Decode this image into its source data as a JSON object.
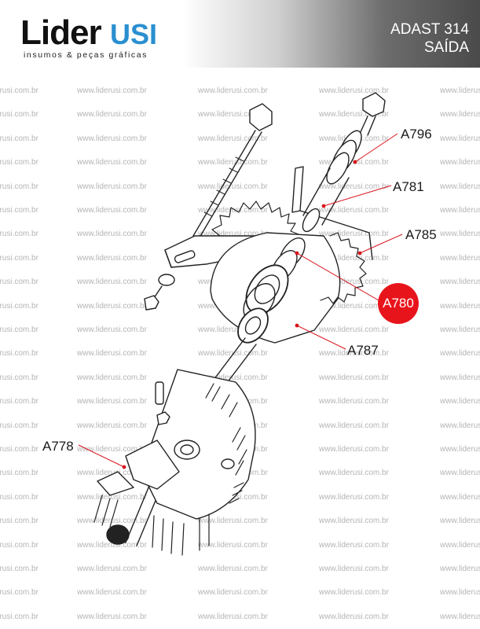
{
  "header": {
    "logo_main": "Lider",
    "logo_accent": "USI",
    "logo_tagline": "insumos & peças gráficas",
    "title_line1": "ADAST 314",
    "title_line2": "SAÍDA"
  },
  "watermark_text": "www.liderusi.com.br",
  "callouts": {
    "a796": "A796",
    "a781": "A781",
    "a785": "A785",
    "a780": "A780",
    "a787": "A787",
    "a778": "A778"
  },
  "colors": {
    "brand_blue": "#2a8fd0",
    "highlight_red": "#e8141c",
    "pointer_red": "#d8141c"
  }
}
